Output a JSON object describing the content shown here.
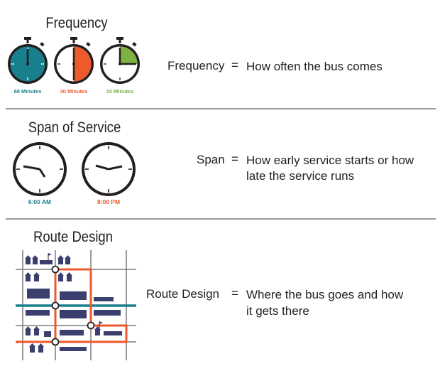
{
  "sections": {
    "frequency": {
      "title": "Frequency",
      "clocks": [
        {
          "caption": "60 Minutes",
          "color": "#1a7f8c"
        },
        {
          "caption": "30 Minutes",
          "color": "#ee5a2b"
        },
        {
          "caption": "15 Minutes",
          "color": "#7cb342"
        }
      ],
      "term": "Frequency",
      "equals": "=",
      "definition": "How often the bus comes"
    },
    "span": {
      "title": "Span of Service",
      "clocks": [
        {
          "caption": "6:00 AM",
          "color": "#1a7f8c"
        },
        {
          "caption": "8:00 PM",
          "color": "#ee5a2b"
        }
      ],
      "term": "Span",
      "equals": "=",
      "definition_line1": "How early service starts or how",
      "definition_line2": "late the service runs"
    },
    "route": {
      "title": "Route Design",
      "term": "Route Design",
      "equals": "=",
      "definition_line1": "Where the bus goes and how",
      "definition_line2": "it gets there"
    }
  },
  "colors": {
    "teal": "#1a7f8c",
    "orange": "#ee5a2b",
    "green": "#7cb342",
    "dark": "#231f20",
    "divider": "#9a9a9a"
  }
}
